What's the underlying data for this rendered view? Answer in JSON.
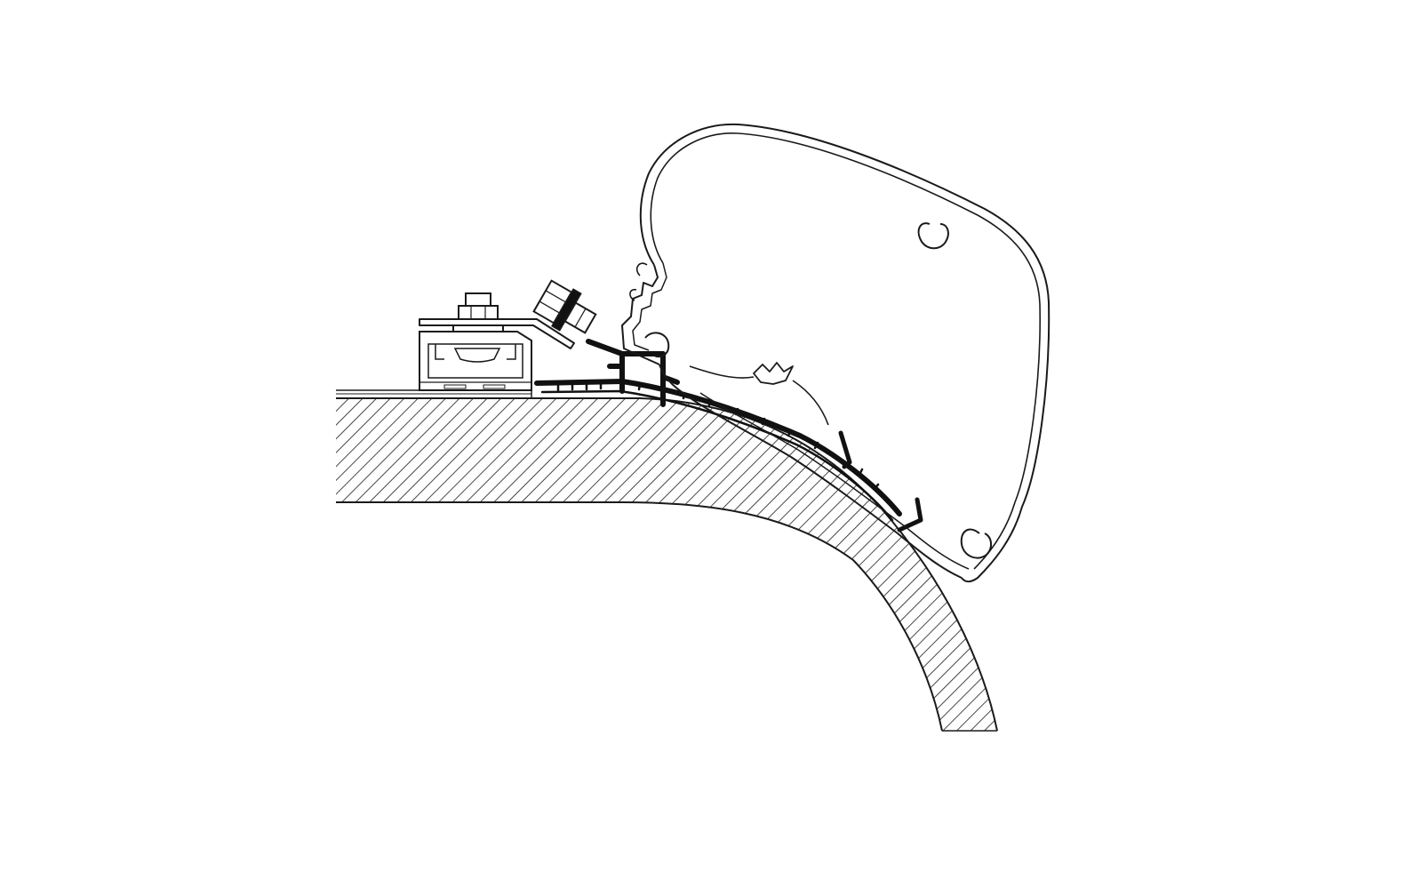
{
  "colors": {
    "background": "#ffffff",
    "outline": "#1a1a1a",
    "adapter_fill": "#111111",
    "hatch": "#1a1a1a"
  },
  "parts": [
    {
      "id": "roof-section",
      "icon": "hatched-roof-cross-section"
    },
    {
      "id": "roof-rail",
      "icon": "c-channel-rail"
    },
    {
      "id": "rail-bolt",
      "icon": "hex-bolt-and-nut"
    },
    {
      "id": "bracket-bolt",
      "icon": "hex-bolt-and-nut"
    },
    {
      "id": "mounting-bracket",
      "icon": "bracket-plate"
    },
    {
      "id": "adapter-profile",
      "icon": "black-adapter-strip"
    },
    {
      "id": "awning-cassette",
      "icon": "aluminium-cassette-profile"
    }
  ]
}
